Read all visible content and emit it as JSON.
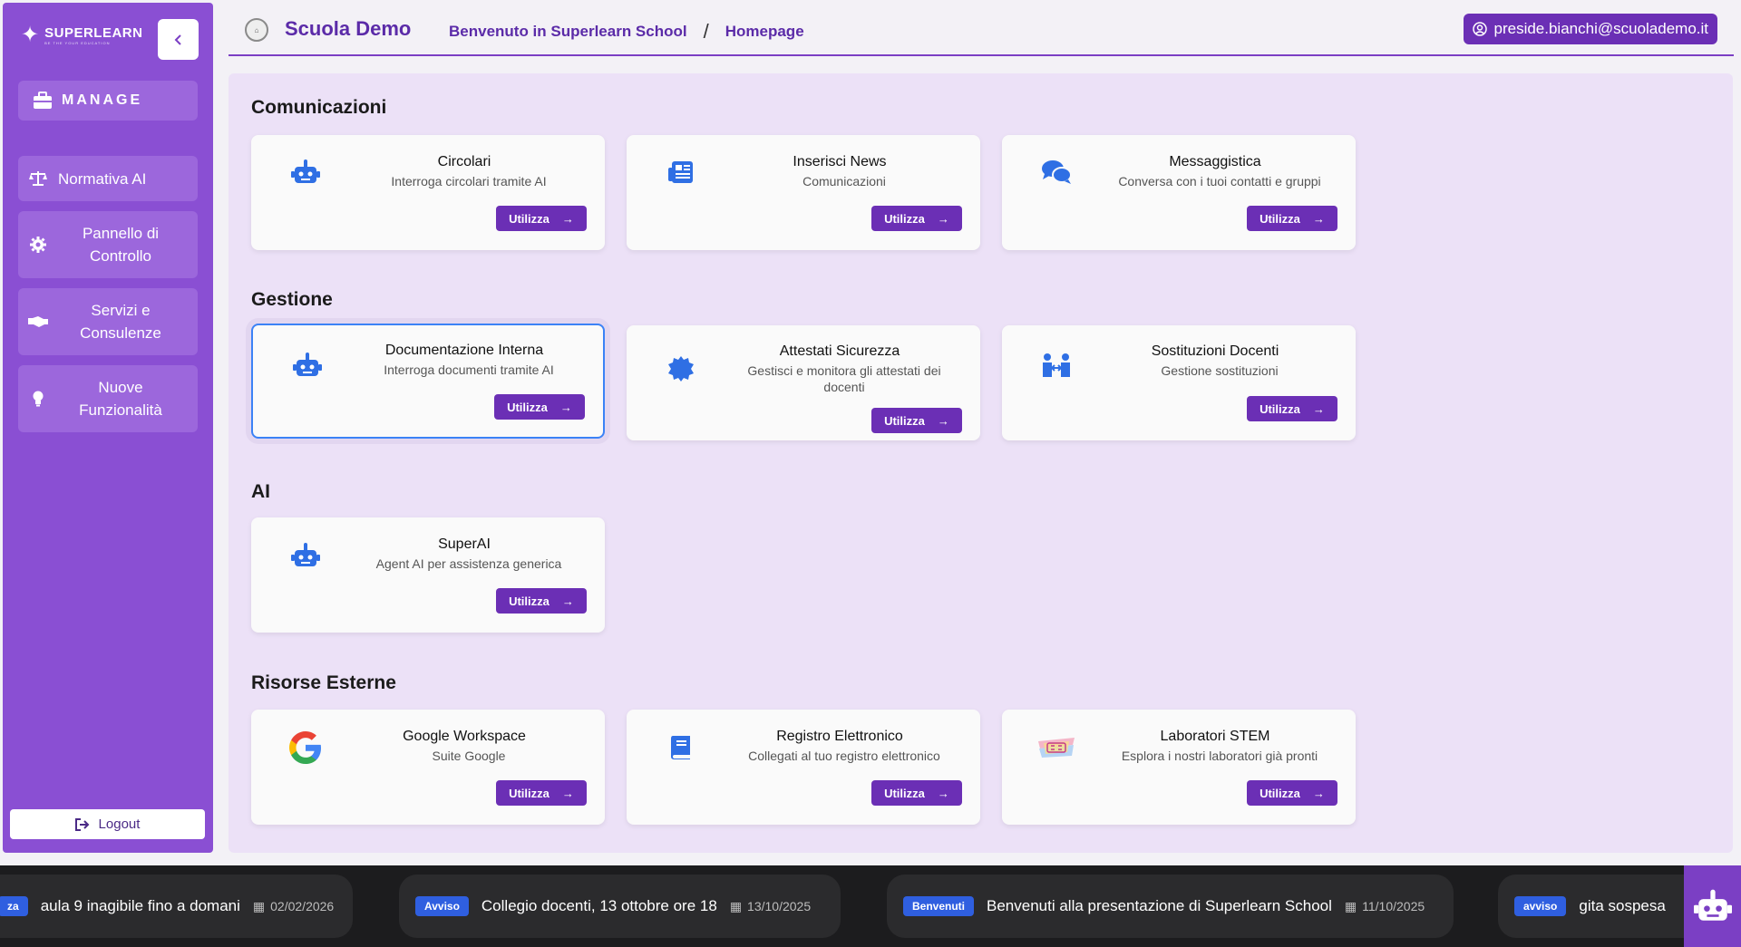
{
  "sidebar": {
    "brand": "SUPERLEARN",
    "brand_tagline": "BE THE YOUR EDUCATION",
    "manage": "MANAGE",
    "items": [
      {
        "label": "Normativa AI",
        "icon": "scale-icon"
      },
      {
        "label": "Pannello di Controllo",
        "icon": "gear-icon"
      },
      {
        "label": "Servizi e Consulenze",
        "icon": "handshake-icon"
      },
      {
        "label": "Nuove Funzionalità",
        "icon": "lightbulb-icon"
      }
    ],
    "logout": "Logout"
  },
  "header": {
    "school_name": "Scuola Demo",
    "breadcrumb": [
      "Benvenuto in Superlearn School",
      "Homepage"
    ],
    "user_email": "preside.bianchi@scuolademo.it"
  },
  "sections": {
    "comunicazioni": "Comunicazioni",
    "gestione": "Gestione",
    "ai": "AI",
    "risorse": "Risorse Esterne"
  },
  "cards": {
    "circolari": {
      "title": "Circolari",
      "desc": "Interroga circolari tramite AI",
      "button": "Utilizza"
    },
    "news": {
      "title": "Inserisci News",
      "desc": "Comunicazioni",
      "button": "Utilizza"
    },
    "messaggistica": {
      "title": "Messaggistica",
      "desc": "Conversa con i tuoi contatti e gruppi",
      "button": "Utilizza"
    },
    "documentazione": {
      "title": "Documentazione Interna",
      "desc": "Interroga documenti tramite AI",
      "button": "Utilizza"
    },
    "attestati": {
      "title": "Attestati Sicurezza",
      "desc": "Gestisci e monitora gli attestati dei docenti",
      "button": "Utilizza"
    },
    "sostituzioni": {
      "title": "Sostituzioni Docenti",
      "desc": "Gestione sostituzioni",
      "button": "Utilizza"
    },
    "superai": {
      "title": "SuperAI",
      "desc": "Agent AI per assistenza generica",
      "button": "Utilizza"
    },
    "google": {
      "title": "Google Workspace",
      "desc": "Suite Google",
      "button": "Utilizza"
    },
    "registro": {
      "title": "Registro Elettronico",
      "desc": "Collegati al tuo registro elettronico",
      "button": "Utilizza"
    },
    "stem": {
      "title": "Laboratori STEM",
      "desc": "Esplora i nostri laboratori già pronti",
      "button": "Utilizza"
    }
  },
  "ticker": [
    {
      "badge": "za",
      "text": "aula 9 inagibile fino a domani",
      "date": "02/02/2026"
    },
    {
      "badge": "Avviso",
      "text": "Collegio docenti, 13 ottobre ore 18",
      "date": "13/10/2025"
    },
    {
      "badge": "Benvenuti",
      "text": "Benvenuti alla presentazione di Superlearn School",
      "date": "11/10/2025"
    },
    {
      "badge": "avviso",
      "text": "gita sospesa",
      "date": ""
    }
  ],
  "colors": {
    "primary": "#6b2fb5",
    "sidebar": "#8a4fd3",
    "accent_blue": "#2f5fe0",
    "content_bg": "#ece1f7"
  }
}
